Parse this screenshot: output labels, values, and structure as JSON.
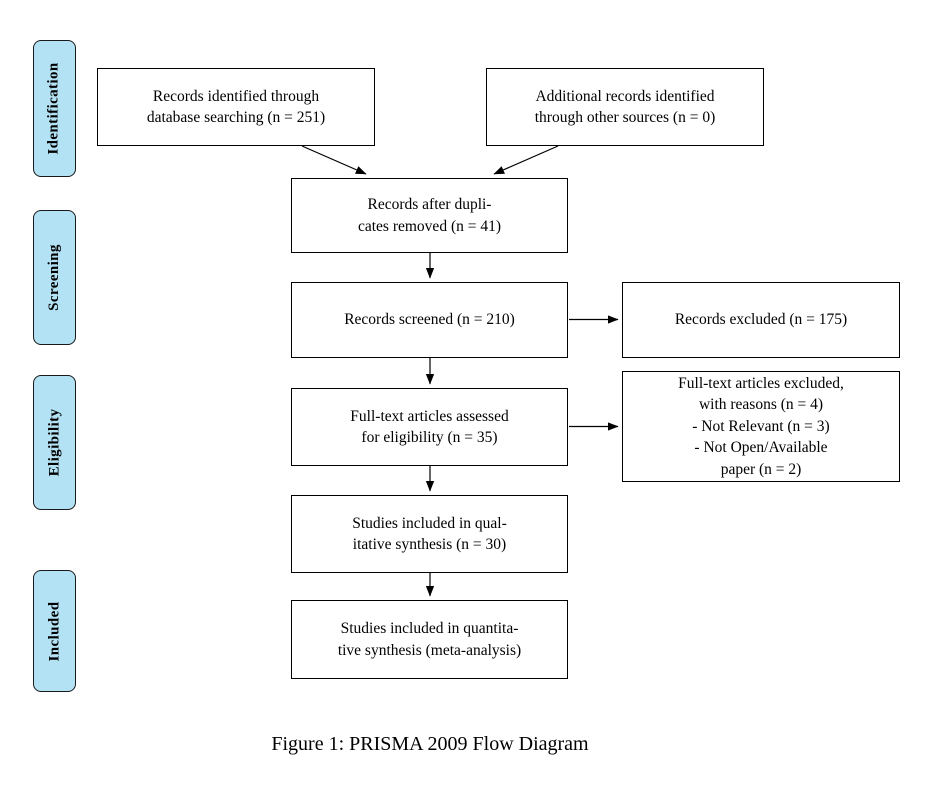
{
  "caption": "Figure 1: PRISMA 2009 Flow Diagram",
  "colors": {
    "stage_fill": "#b3e2f4",
    "stage_border": "#1a1a1a",
    "box_border": "#000000",
    "box_fill": "#ffffff",
    "arrow": "#000000"
  },
  "stages": [
    {
      "id": "identification",
      "label": "Identification"
    },
    {
      "id": "screening",
      "label": "Screening"
    },
    {
      "id": "eligibility",
      "label": "Eligibility"
    },
    {
      "id": "included",
      "label": "Included"
    }
  ],
  "boxes": [
    {
      "id": "records-identified",
      "text": "Records identified through\ndatabase searching (n = 251)"
    },
    {
      "id": "additional-records",
      "text": "Additional records identified\nthrough other sources (n = 0)"
    },
    {
      "id": "records-after-duplicates",
      "text": "Records after dupli-\ncates removed (n = 41)"
    },
    {
      "id": "records-screened",
      "text": "Records screened (n = 210)"
    },
    {
      "id": "records-excluded",
      "text": "Records excluded (n = 175)"
    },
    {
      "id": "fulltext-assessed",
      "text": "Full-text articles assessed\nfor eligibility (n = 35)"
    },
    {
      "id": "fulltext-excluded",
      "text": "Full-text articles excluded,\nwith reasons (n = 4)\n- Not Relevant (n = 3)\n- Not Open/Available\npaper (n = 2)"
    },
    {
      "id": "qualitative-synthesis",
      "text": "Studies included in qual-\nitative synthesis (n = 30)"
    },
    {
      "id": "quantitative-synthesis",
      "text": "Studies included in quantita-\ntive synthesis (meta-analysis)"
    }
  ]
}
